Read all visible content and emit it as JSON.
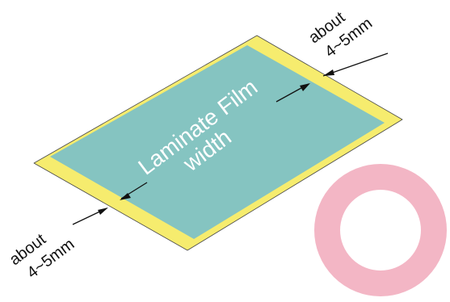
{
  "labels": {
    "film_line1": "Laminate Film",
    "film_line2": "width",
    "margin_top_line1": "about",
    "margin_top_line2": "4~5mm",
    "margin_bottom_line1": "about",
    "margin_bottom_line2": "4~5mm"
  },
  "colors": {
    "outer_sheet": "#f6ec6e",
    "film": "#85c4c1",
    "sheet_outline": "#4a4a4a",
    "ring": "#f3b6c5",
    "arrow": "#111111",
    "film_text": "#ffffff",
    "margin_text": "#111111"
  }
}
